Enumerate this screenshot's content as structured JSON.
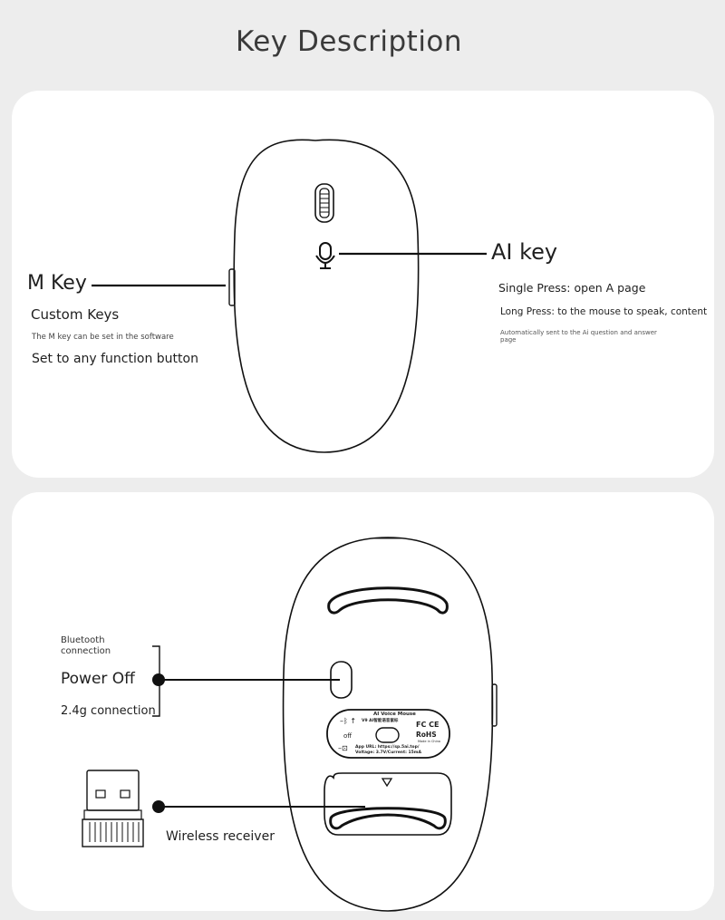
{
  "title": "Key Description",
  "top_panel": {
    "m_key": {
      "label": "M Key",
      "heading": "Custom Keys",
      "note": "The M key can be set in the software",
      "desc": "Set to any function button"
    },
    "ai_key": {
      "label": "AI key",
      "single_press": "Single Press: open A page",
      "long_press": "Long Press: to the mouse to speak, content",
      "note": "Automatically sent to the Ai question and answer page"
    }
  },
  "bottom_panel": {
    "switch": {
      "bluetooth": "Bluetooth connection",
      "power_off": "Power Off",
      "wireless_24g": "2.4g connection"
    },
    "receiver_label": "Wireless receiver",
    "label_plate": {
      "name": "AI Voice Mouse",
      "model": "V9 AI智能语音鼠标",
      "off": "off",
      "app_url": "App URL: https://sp.5ai.top/",
      "voltage": "Voltage: 3.7V/Current: 15mA",
      "certs": "FC CE",
      "rohs": "RoHS",
      "made_in": "Made in China"
    }
  }
}
